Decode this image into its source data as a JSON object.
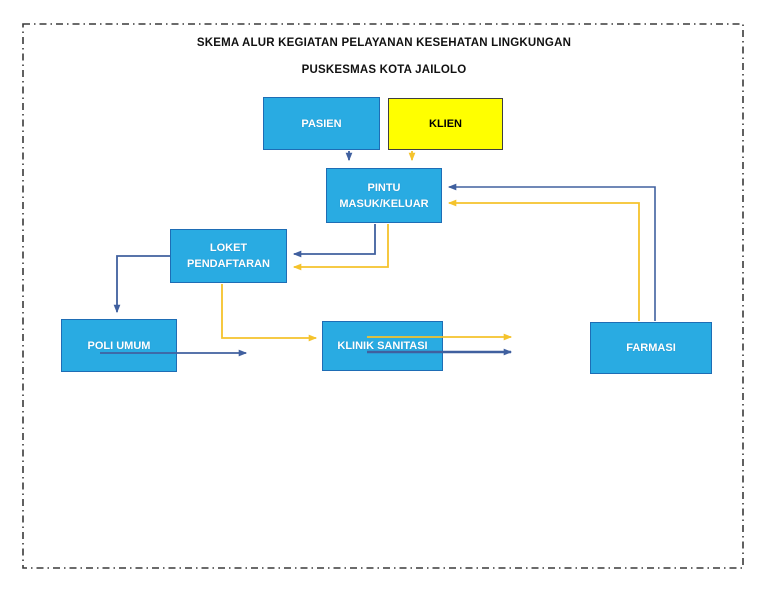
{
  "page": {
    "title_line1": "SKEMA ALUR KEGIATAN PELAYANAN KESEHATAN LINGKUNGAN",
    "title_line2": "PUSKESMAS KOTA JAILOLO"
  },
  "colors": {
    "node_fill_blue": "#29ABE2",
    "node_border_blue": "#1E6DB5",
    "node_text_on_blue": "#FFFFFF",
    "node_fill_yellow": "#FFFF00",
    "node_border_yellow": "#3F3F3F",
    "node_text_on_yellow": "#000000",
    "arrow_blue": "#40609F",
    "arrow_yellow": "#F5C32C",
    "page_border": "#3A3A3A"
  },
  "nodes": {
    "pasien": {
      "label": "PASIEN"
    },
    "klien": {
      "label": "KLIEN"
    },
    "pintu": {
      "label": "PINTU MASUK/KELUAR"
    },
    "loket": {
      "label": "LOKET PENDAFTARAN"
    },
    "poli_umum": {
      "label": "POLI UMUM"
    },
    "klinik_sanitasi": {
      "label": "KLINIK SANITASI"
    },
    "farmasi": {
      "label": "FARMASI"
    }
  },
  "flows": [
    {
      "from": "PASIEN",
      "to": "PINTU MASUK/KELUAR",
      "color": "blue"
    },
    {
      "from": "KLIEN",
      "to": "PINTU MASUK/KELUAR",
      "color": "yellow"
    },
    {
      "from": "PINTU MASUK/KELUAR",
      "to": "LOKET PENDAFTARAN",
      "color": "blue"
    },
    {
      "from": "PINTU MASUK/KELUAR",
      "to": "LOKET PENDAFTARAN",
      "color": "yellow"
    },
    {
      "from": "LOKET PENDAFTARAN",
      "to": "POLI UMUM",
      "color": "blue"
    },
    {
      "from": "POLI UMUM",
      "to": "KLINIK SANITASI",
      "color": "blue"
    },
    {
      "from": "LOKET PENDAFTARAN",
      "to": "KLINIK SANITASI",
      "color": "yellow"
    },
    {
      "from": "KLINIK SANITASI",
      "to": "FARMASI",
      "color": "yellow"
    },
    {
      "from": "KLINIK SANITASI",
      "to": "FARMASI",
      "color": "blue"
    },
    {
      "from": "FARMASI",
      "to": "PINTU MASUK/KELUAR",
      "color": "blue"
    },
    {
      "from": "FARMASI",
      "to": "PINTU MASUK/KELUAR",
      "color": "yellow"
    }
  ]
}
